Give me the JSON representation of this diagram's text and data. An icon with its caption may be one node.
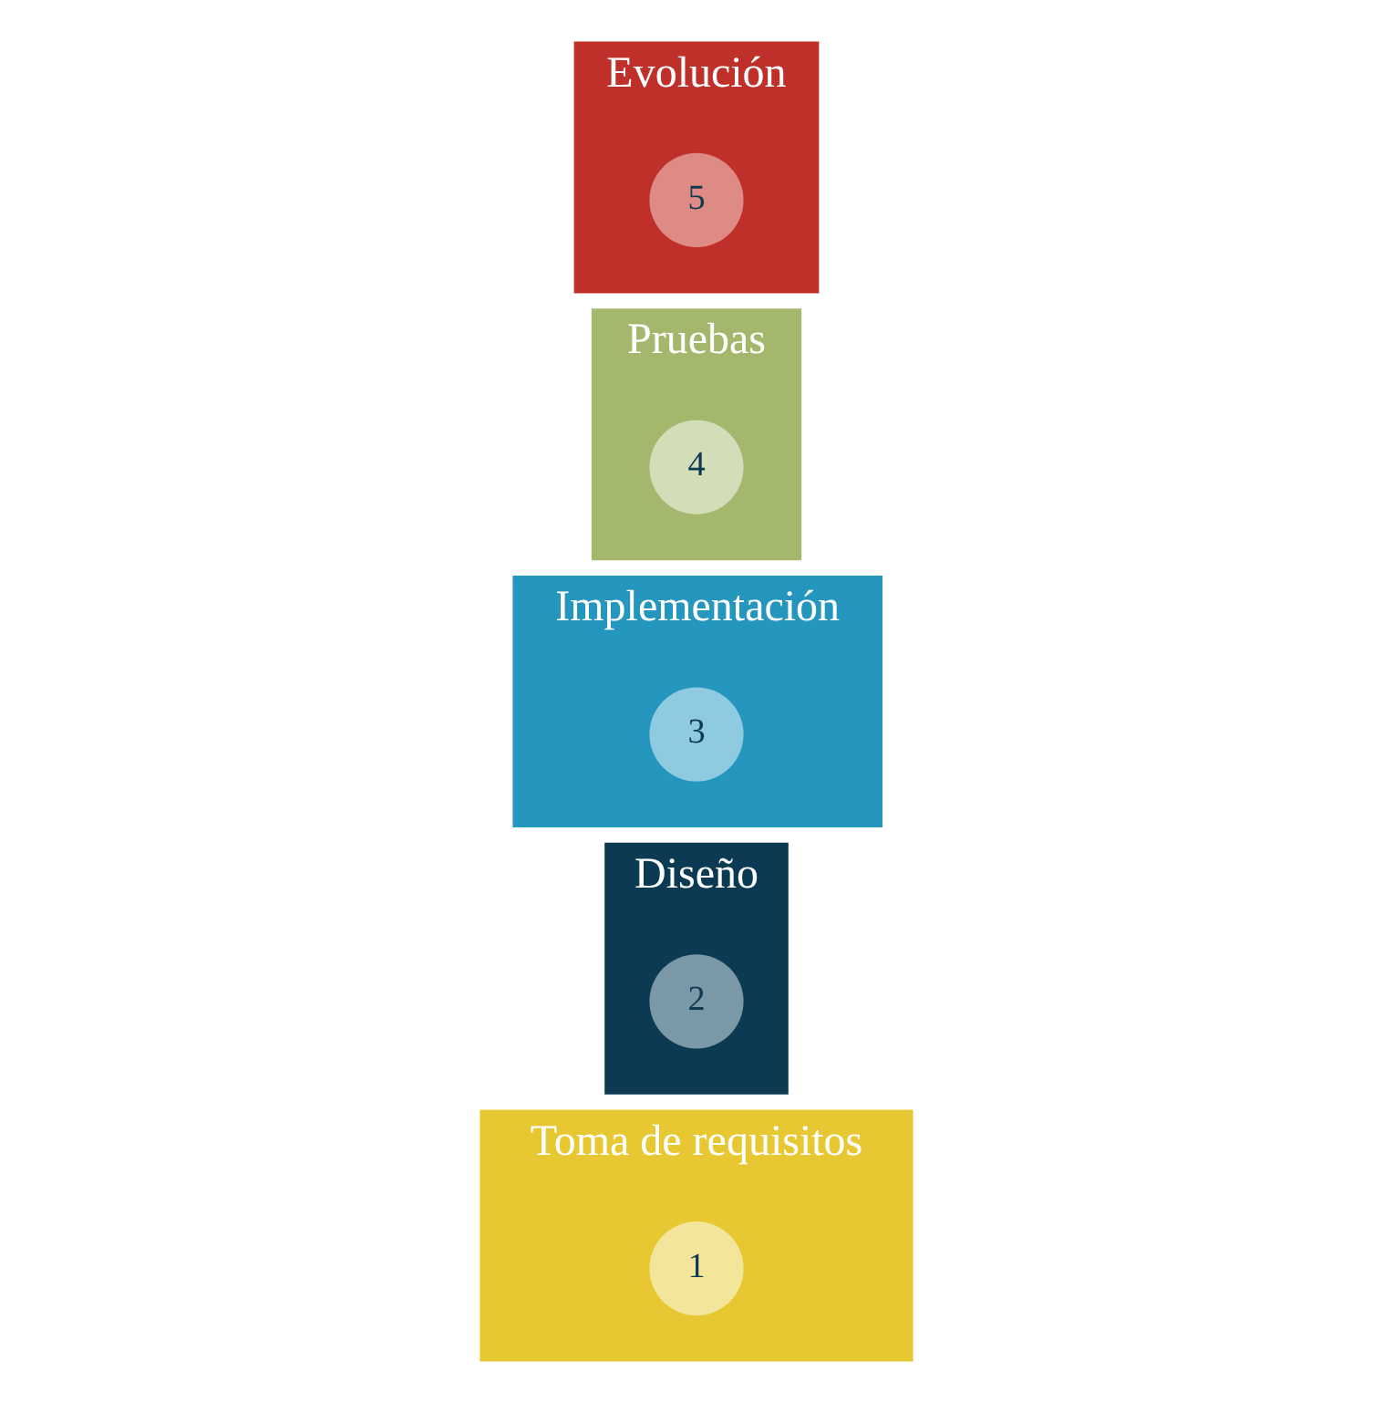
{
  "diagram": {
    "nodes": [
      {
        "text": [
          "Toma de requisitos"
        ]
      },
      {
        "text": [
          "1"
        ],
        "in": 0
      },
      {
        "text": [
          "Diseño"
        ]
      },
      {
        "text": [
          "2"
        ],
        "in": 2
      },
      {
        "text": [
          "Implementación"
        ]
      },
      {
        "text": [
          "3"
        ],
        "in": 4
      },
      {
        "text": [
          "Pruebas"
        ]
      },
      {
        "text": [
          "4"
        ],
        "in": 6
      },
      {
        "text": [
          "Evolución"
        ]
      },
      {
        "text": [
          "5"
        ],
        "in": 8
      }
    ]
  }
}
